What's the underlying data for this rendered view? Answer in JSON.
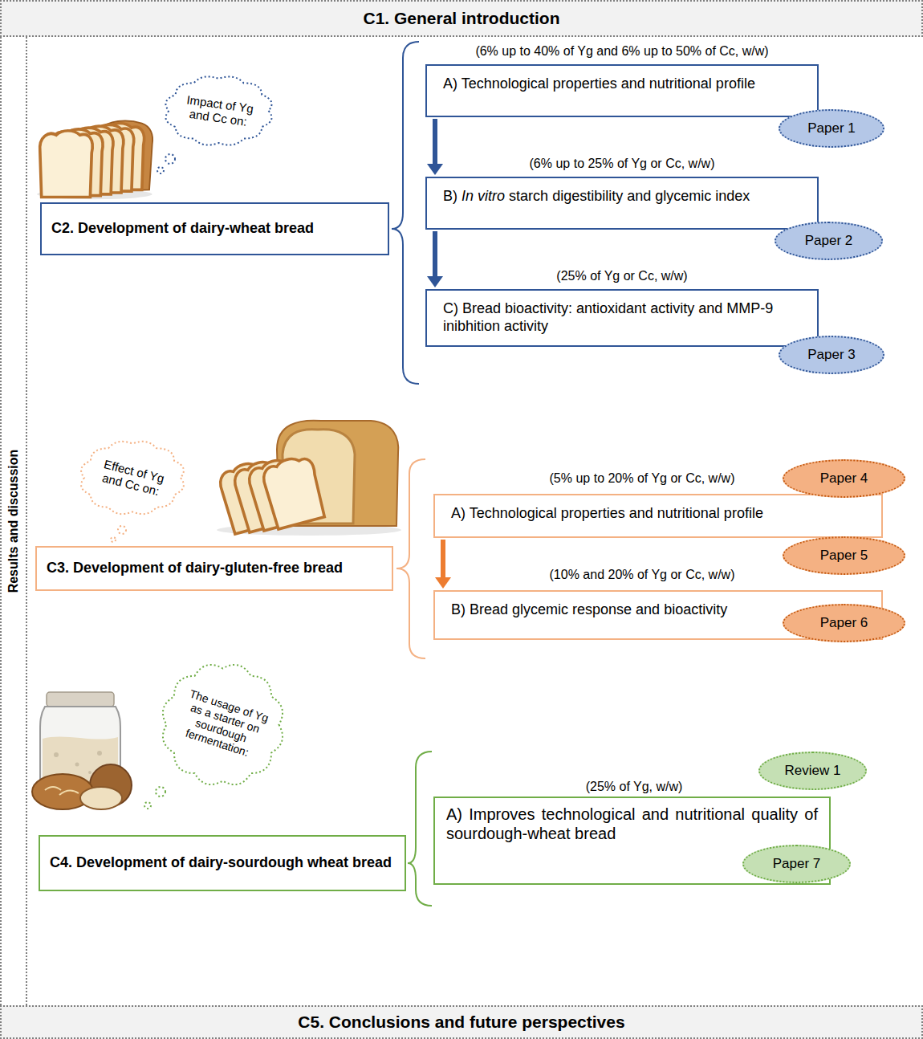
{
  "diagram": {
    "nodes": [
      {
        "text": [
          "C1. General introduction"
        ]
      },
      {
        "text": [
          "Results and discussion"
        ]
      },
      {
        "text": [
          "Impact of Yg and Cc on:"
        ]
      },
      {
        "text": [
          "C2. Development of dairy-wheat bread"
        ]
      },
      {
        "text": [
          "A) Technological properties and nutritional profile"
        ]
      },
      {
        "text": [
          "Paper 1"
        ]
      },
      {
        "text": [
          "B) In vitro starch digestibility and glycemic index"
        ]
      },
      {
        "text": [
          "Paper 2"
        ]
      },
      {
        "text": [
          "C) Bread bioactivity: antioxidant activity and MMP-9 inibhition activity"
        ]
      },
      {
        "text": [
          "Paper 3"
        ]
      },
      {
        "text": [
          "Effect of Yg and Cc on:"
        ]
      },
      {
        "text": [
          "C3. Development of dairy-gluten-free bread"
        ]
      },
      {
        "text": [
          "A) Technological properties and nutritional profile"
        ]
      },
      {
        "text": [
          "Paper 4"
        ]
      },
      {
        "text": [
          "Paper 5"
        ]
      },
      {
        "text": [
          "B) Bread glycemic response and bioactivity"
        ]
      },
      {
        "text": [
          "Paper 6"
        ]
      },
      {
        "text": [
          "The usage of Yg as a starter on sourdough fermentation:"
        ]
      },
      {
        "text": [
          "C4. Development of dairy-sourdough wheat bread"
        ]
      },
      {
        "text": [
          "Review 1"
        ]
      },
      {
        "text": [
          "A) Improves technological and nutritional quality of sourdough-wheat bread"
        ]
      },
      {
        "text": [
          "Paper 7"
        ]
      },
      {
        "text": [
          "C5. Conclusions and future perspectives"
        ]
      }
    ],
    "edges": [
      {
        "from": 4,
        "to": 6,
        "arrow": "to"
      },
      {
        "from": 6,
        "to": 8,
        "arrow": "to"
      },
      {
        "from": 12,
        "to": 15,
        "arrow": "to"
      }
    ],
    "labels": [
      "(6% up to 40% of Yg and 6% up to 50% of Cc, w/w)",
      "(6% up to 25% of Yg or Cc, w/w)",
      "(25% of Yg or Cc, w/w)",
      "(5% up to 20% of Yg or Cc, w/w)",
      "(10% and 20% of Yg or Cc, w/w)",
      "(25% of Yg, w/w)"
    ]
  }
}
